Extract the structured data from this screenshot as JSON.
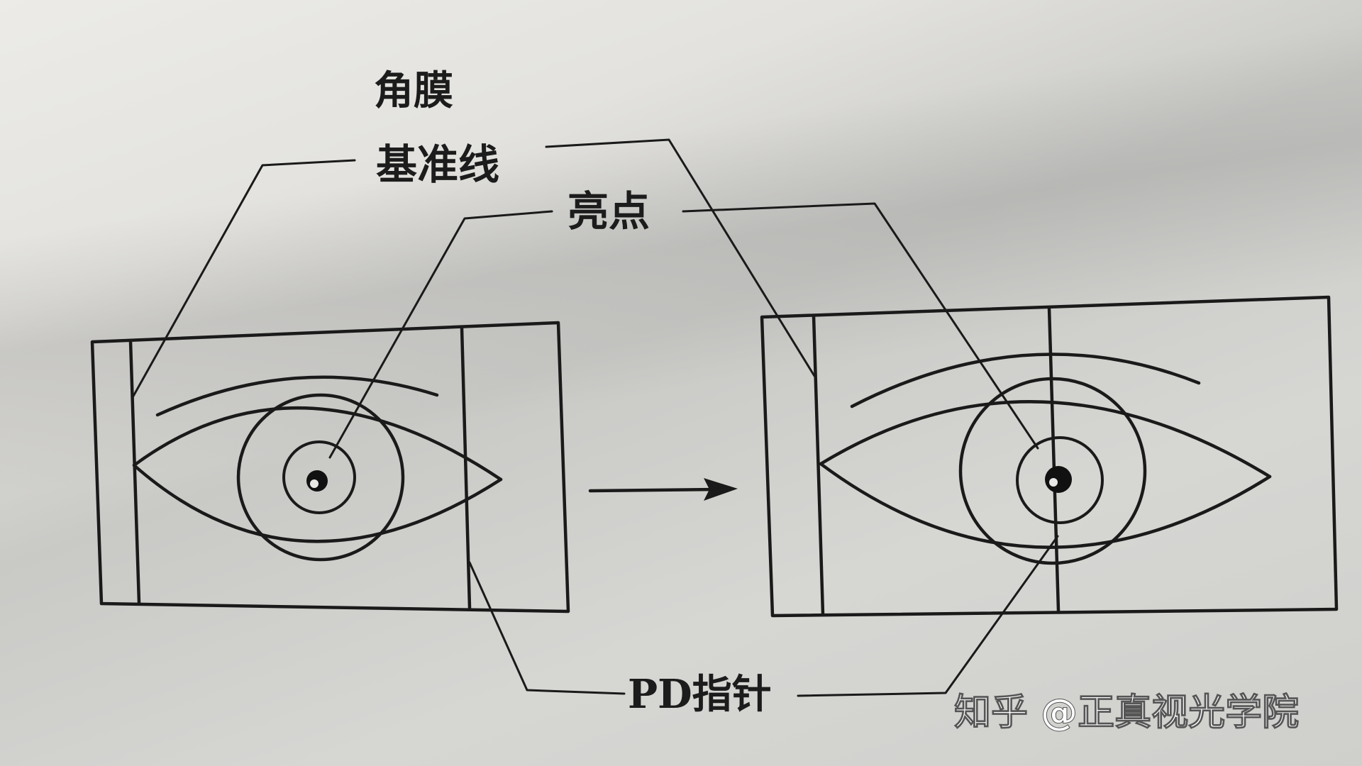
{
  "labels": {
    "cornea": "角膜",
    "reference_line": "基准线",
    "bright_spot": "亮点",
    "pd_pointer": "PD指针"
  },
  "watermark": "知乎 @正真视光学院",
  "colors": {
    "ink": "#1a1a1a",
    "paper": "#d9d9d6",
    "watermark": "#ffffff"
  }
}
